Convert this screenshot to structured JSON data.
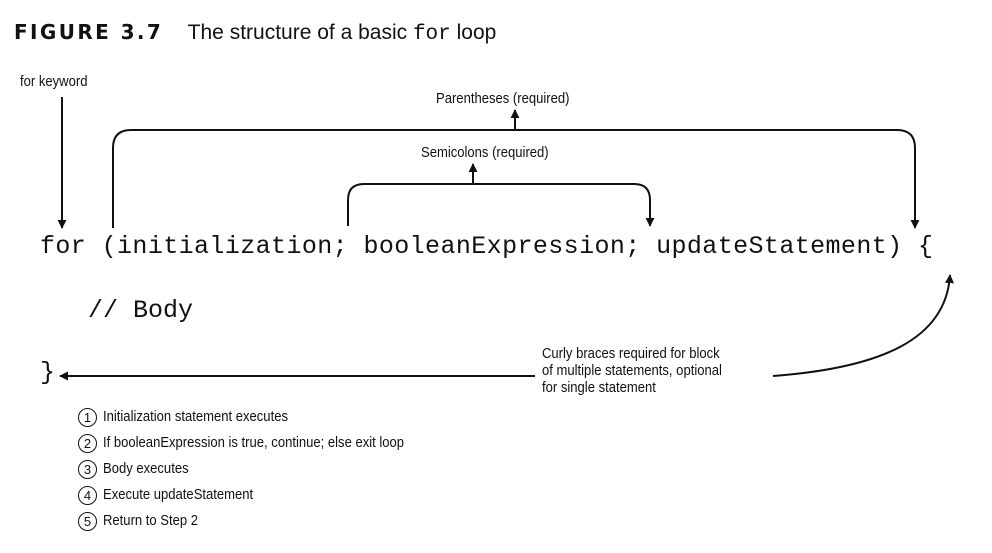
{
  "figure": {
    "label": "FIGURE 3.7",
    "caption_pre": "The structure of a basic ",
    "caption_code": "for",
    "caption_post": " loop"
  },
  "annotations": {
    "for_keyword": "for keyword",
    "parentheses": "Parentheses (required)",
    "semicolons": "Semicolons (required)",
    "curly_braces_lines": [
      "Curly braces required for block",
      "of multiple statements, optional",
      "for single statement"
    ]
  },
  "code": {
    "header_line": "for (initialization; booleanExpression; updateStatement) {",
    "body_comment": "// Body",
    "closing_brace": "}"
  },
  "steps": [
    {
      "num": "1",
      "text": "Initialization statement executes"
    },
    {
      "num": "2",
      "text": "If booleanExpression is true, continue; else exit loop"
    },
    {
      "num": "3",
      "text": "Body executes"
    },
    {
      "num": "4",
      "text": "Execute updateStatement"
    },
    {
      "num": "5",
      "text": "Return to Step 2"
    }
  ]
}
